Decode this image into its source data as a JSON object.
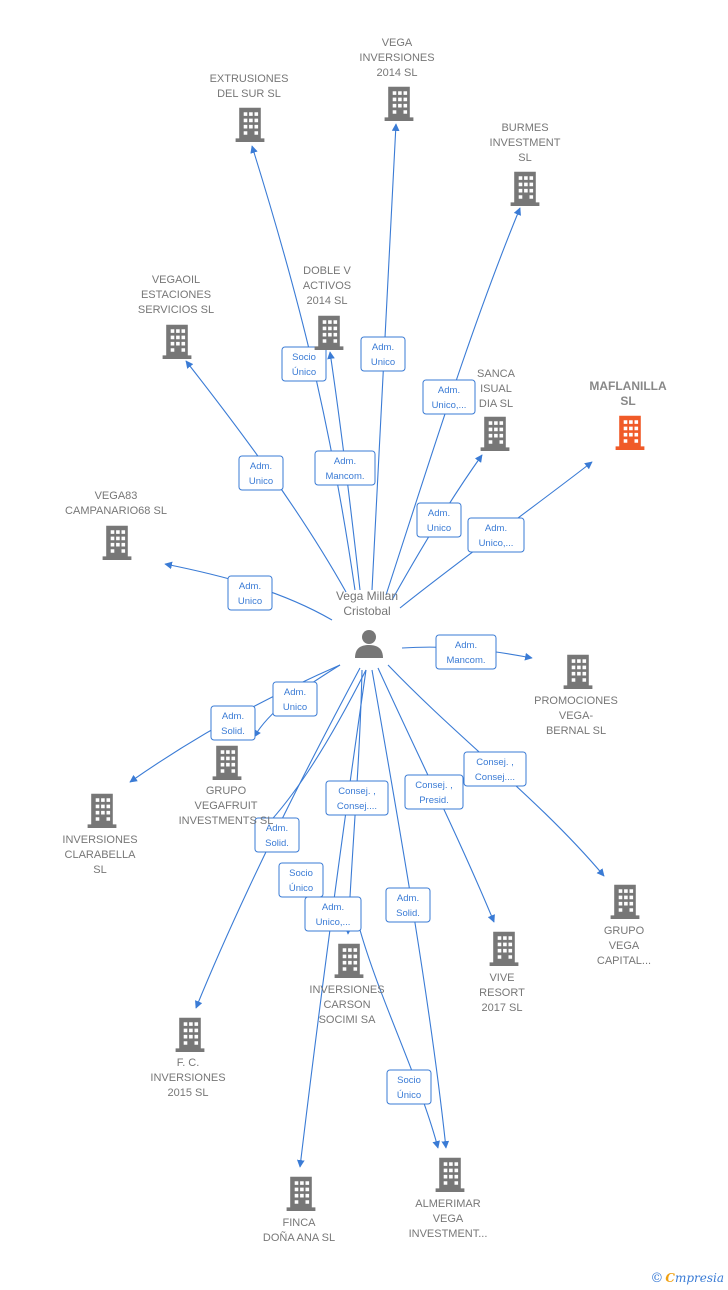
{
  "person": {
    "name_line1": "Vega Millan",
    "name_line2": "Cristobal"
  },
  "companies": [
    {
      "id": "vega_inversiones",
      "lines": [
        "VEGA",
        "INVERSIONES",
        "2014  SL"
      ],
      "highlight": false
    },
    {
      "id": "extrusiones",
      "lines": [
        "EXTRUSIONES",
        "DEL SUR  SL"
      ],
      "highlight": false
    },
    {
      "id": "burmes",
      "lines": [
        "BURMES",
        "INVESTMENT",
        "SL"
      ],
      "highlight": false
    },
    {
      "id": "vegaoil",
      "lines": [
        "VEGAOIL",
        "ESTACIONES",
        "SERVICIOS  SL"
      ],
      "highlight": false
    },
    {
      "id": "doble_v",
      "lines": [
        "DOBLE V",
        "ACTIVOS",
        "2014  SL"
      ],
      "highlight": false
    },
    {
      "id": "sanca",
      "lines": [
        "SANCA",
        "ISUAL",
        "DIA  SL"
      ],
      "highlight": false
    },
    {
      "id": "maflanilla",
      "lines": [
        "MAFLANILLA",
        "SL"
      ],
      "highlight": true
    },
    {
      "id": "vega83",
      "lines": [
        "VEGA83",
        "CAMPANARIO68 SL"
      ],
      "highlight": false
    },
    {
      "id": "promociones",
      "lines": [
        "PROMOCIONES",
        "VEGA-",
        "BERNAL SL"
      ],
      "highlight": false
    },
    {
      "id": "grupo_vegafruit",
      "lines": [
        "GRUPO",
        "VEGAFRUIT",
        "INVESTMENTS SL"
      ],
      "highlight": false
    },
    {
      "id": "clarabella",
      "lines": [
        "INVERSIONES",
        "CLARABELLA",
        "SL"
      ],
      "highlight": false
    },
    {
      "id": "grupo_vega_capital",
      "lines": [
        "GRUPO",
        "VEGA",
        "CAPITAL..."
      ],
      "highlight": false
    },
    {
      "id": "vive_resort",
      "lines": [
        "VIVE",
        "RESORT",
        "2017  SL"
      ],
      "highlight": false
    },
    {
      "id": "carson",
      "lines": [
        "INVERSIONES",
        "CARSON",
        "SOCIMI SA"
      ],
      "highlight": false
    },
    {
      "id": "fc_inversiones",
      "lines": [
        "F. C.",
        "INVERSIONES",
        "2015  SL"
      ],
      "highlight": false
    },
    {
      "id": "finca",
      "lines": [
        "FINCA",
        "DOÑA ANA SL"
      ],
      "highlight": false
    },
    {
      "id": "almerimar",
      "lines": [
        "ALMERIMAR",
        "VEGA",
        "INVESTMENT..."
      ],
      "highlight": false
    }
  ],
  "relations": [
    {
      "lines": [
        "Socio",
        "Único"
      ]
    },
    {
      "lines": [
        "Adm.",
        "Unico"
      ]
    },
    {
      "lines": [
        "Adm.",
        "Unico,..."
      ]
    },
    {
      "lines": [
        "Adm.",
        "Unico"
      ]
    },
    {
      "lines": [
        "Adm.",
        "Mancom."
      ]
    },
    {
      "lines": [
        "Adm.",
        "Unico"
      ]
    },
    {
      "lines": [
        "Adm.",
        "Unico,..."
      ]
    },
    {
      "lines": [
        "Adm.",
        "Unico"
      ]
    },
    {
      "lines": [
        "Adm.",
        "Mancom."
      ]
    },
    {
      "lines": [
        "Adm.",
        "Unico"
      ]
    },
    {
      "lines": [
        "Adm.",
        "Solid."
      ]
    },
    {
      "lines": [
        "Consej. ,",
        "Consej...."
      ]
    },
    {
      "lines": [
        "Consej. ,",
        "Presid."
      ]
    },
    {
      "lines": [
        "Consej. ,",
        "Consej...."
      ]
    },
    {
      "lines": [
        "Adm.",
        "Solid."
      ]
    },
    {
      "lines": [
        "Socio",
        "Único"
      ]
    },
    {
      "lines": [
        "Adm.",
        "Unico,..."
      ]
    },
    {
      "lines": [
        "Adm.",
        "Solid."
      ]
    },
    {
      "lines": [
        "Socio",
        "Único"
      ]
    }
  ],
  "colors": {
    "edge": "#3a7bd5",
    "building": "#777777",
    "building_highlight": "#f05a28"
  },
  "footer": {
    "copyright": "©",
    "brand_first": "C",
    "brand_rest": "mpresia"
  }
}
